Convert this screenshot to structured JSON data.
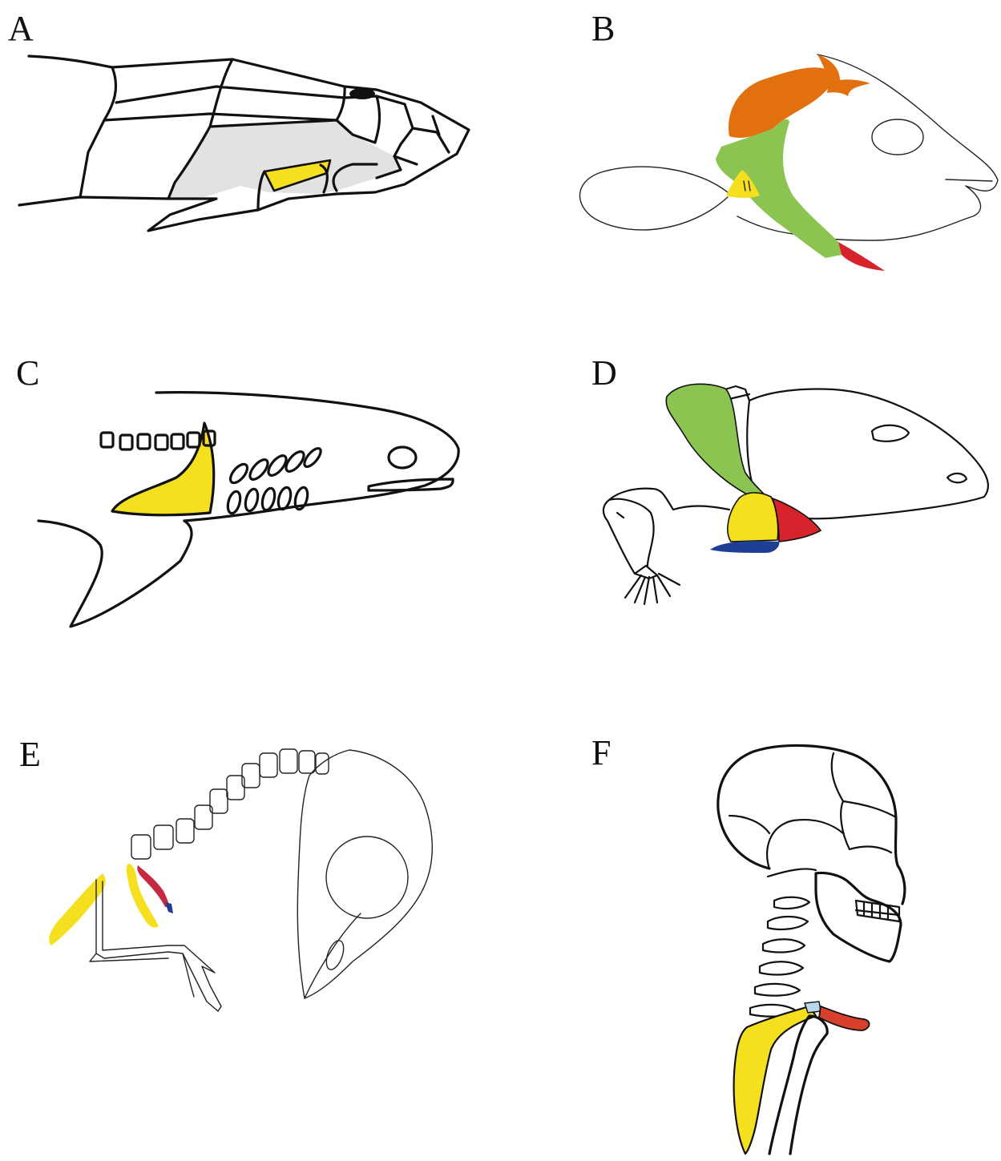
{
  "panels": [
    {
      "letter": "A"
    },
    {
      "letter": "B"
    },
    {
      "letter": "C"
    },
    {
      "letter": "D"
    },
    {
      "letter": "E"
    },
    {
      "letter": "F"
    }
  ],
  "colors": {
    "yellow": "#f5e020",
    "green": "#8cc452",
    "orange": "#e3700f",
    "red": "#d8222c",
    "blue": "#1f3f94",
    "gray": "#e2e2e2",
    "ink": "#111111"
  }
}
